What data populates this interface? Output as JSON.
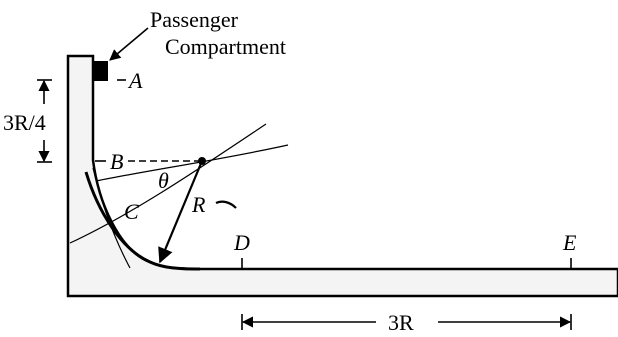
{
  "labels": {
    "passenger": "Passenger",
    "compartment": "Compartment",
    "point_a": "A",
    "point_b": "B",
    "point_c": "C",
    "point_d": "D",
    "point_e": "E",
    "angle": "θ",
    "radius": "R",
    "height_dim": "3R/4",
    "length_dim": "3R"
  },
  "colors": {
    "ink": "#000000",
    "structure_fill": "#f4f4f4",
    "paper": "#ffffff"
  }
}
